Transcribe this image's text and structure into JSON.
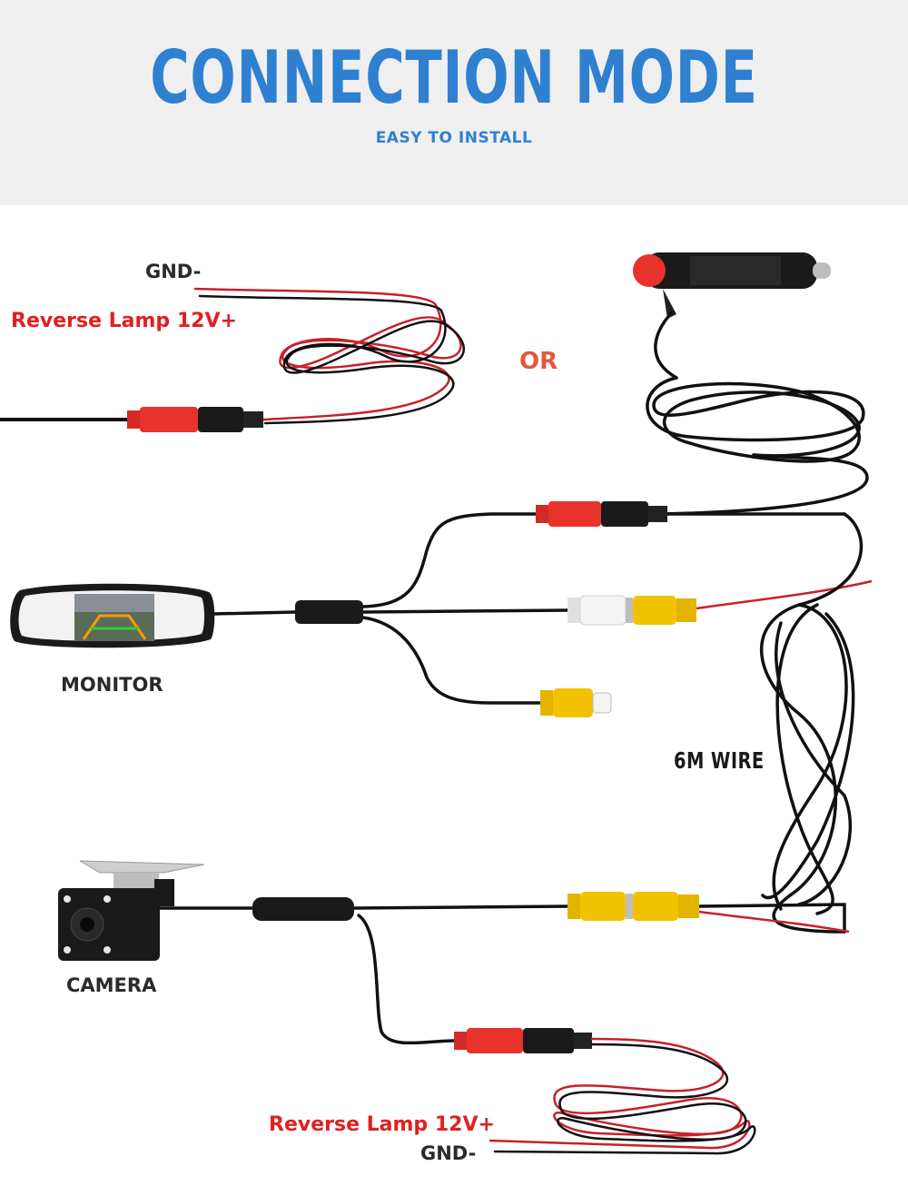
{
  "header": {
    "title": "CONNECTION MODE",
    "subtitle": "EASY TO INSTALL"
  },
  "labels": {
    "gnd_top": "GND-",
    "reverse_lamp_top": "Reverse Lamp 12V+",
    "or": "OR",
    "monitor": "MONITOR",
    "wire_length": "6M WIRE",
    "camera": "CAMERA",
    "reverse_lamp_bottom": "Reverse Lamp 12V+",
    "gnd_bottom": "GND-"
  },
  "colors": {
    "title_blue": "#2f80d1",
    "label_red": "#e02020",
    "or_orange": "#e05a3a",
    "rca_yellow": "#f2c200",
    "rca_white": "#f4f4f4",
    "dc_red": "#e8322c",
    "cable_black": "#111111",
    "wire_red": "#c8202a"
  },
  "icons": [
    "car-cigarette-plug-icon",
    "rear-view-mirror-monitor-icon",
    "backup-camera-icon"
  ]
}
